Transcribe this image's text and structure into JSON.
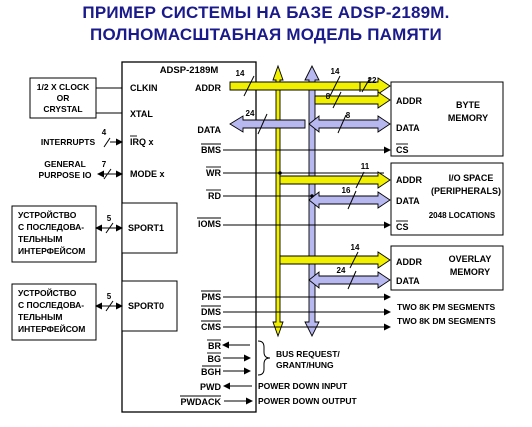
{
  "title": {
    "line1": "ПРИМЕР СИСТЕМЫ НА БАЗЕ ADSP-2189M.",
    "line2": "ПОЛНОМАСШТАБНАЯ МОДЕЛЬ ПАМЯТИ"
  },
  "colors": {
    "title": "#1a1a8c",
    "addr_bus": "#f0f000",
    "data_bus": "#b8b8f0",
    "line": "#000000"
  },
  "chip": {
    "name": "ADSP-2189M",
    "pins_left": [
      "CLKIN",
      "XTAL",
      "IRQ x",
      "MODE x",
      "SPORT1",
      "SPORT0"
    ],
    "pins_right": [
      "ADDR",
      "DATA",
      "BMS",
      "WR",
      "RD",
      "IOMS",
      "PMS",
      "DMS",
      "CMS",
      "BR",
      "BG",
      "BGH",
      "PWD",
      "PWDACK"
    ]
  },
  "left": {
    "clock_box": [
      "1/2 X CLOCK",
      "OR",
      "CRYSTAL"
    ],
    "interrupts": "INTERRUPTS",
    "interrupts_width": "4",
    "gpio": [
      "GENERAL",
      "PURPOSE IO"
    ],
    "gpio_width": "7",
    "serial_device": [
      "УСТРОЙСТВО",
      "С ПОСЛЕДОВА-",
      "ТЕЛЬНЫМ",
      "ИНТЕРФЕЙСОМ"
    ],
    "sport_width": "5"
  },
  "bus": {
    "addr_width": "14",
    "data_width": "24",
    "byte_addr_width": "22",
    "byte_addr_low": "8",
    "byte_data_width": "8",
    "io_addr_width": "11",
    "io_data_width": "16",
    "ovl_addr_width": "14",
    "ovl_data_width": "24"
  },
  "byte_memory": {
    "addr": "ADDR",
    "data": "DATA",
    "cs": "CS",
    "label": [
      "BYTE",
      "MEMORY"
    ]
  },
  "io_space": {
    "addr": "ADDR",
    "data": "DATA",
    "cs": "CS",
    "label": [
      "I/O SPACE",
      "(PERIPHERALS)"
    ],
    "locations": "2048 LOCATIONS"
  },
  "overlay_memory": {
    "addr": "ADDR",
    "data": "DATA",
    "label": [
      "OVERLAY",
      "MEMORY"
    ]
  },
  "segments": {
    "pm": "TWO 8K PM SEGMENTS",
    "dm": "TWO 8K DM SEGMENTS"
  },
  "bus_request": [
    "BUS REQUEST/",
    "GRANT/HUNG"
  ],
  "power": {
    "input": "POWER DOWN INPUT",
    "output": "POWER DOWN OUTPUT"
  }
}
